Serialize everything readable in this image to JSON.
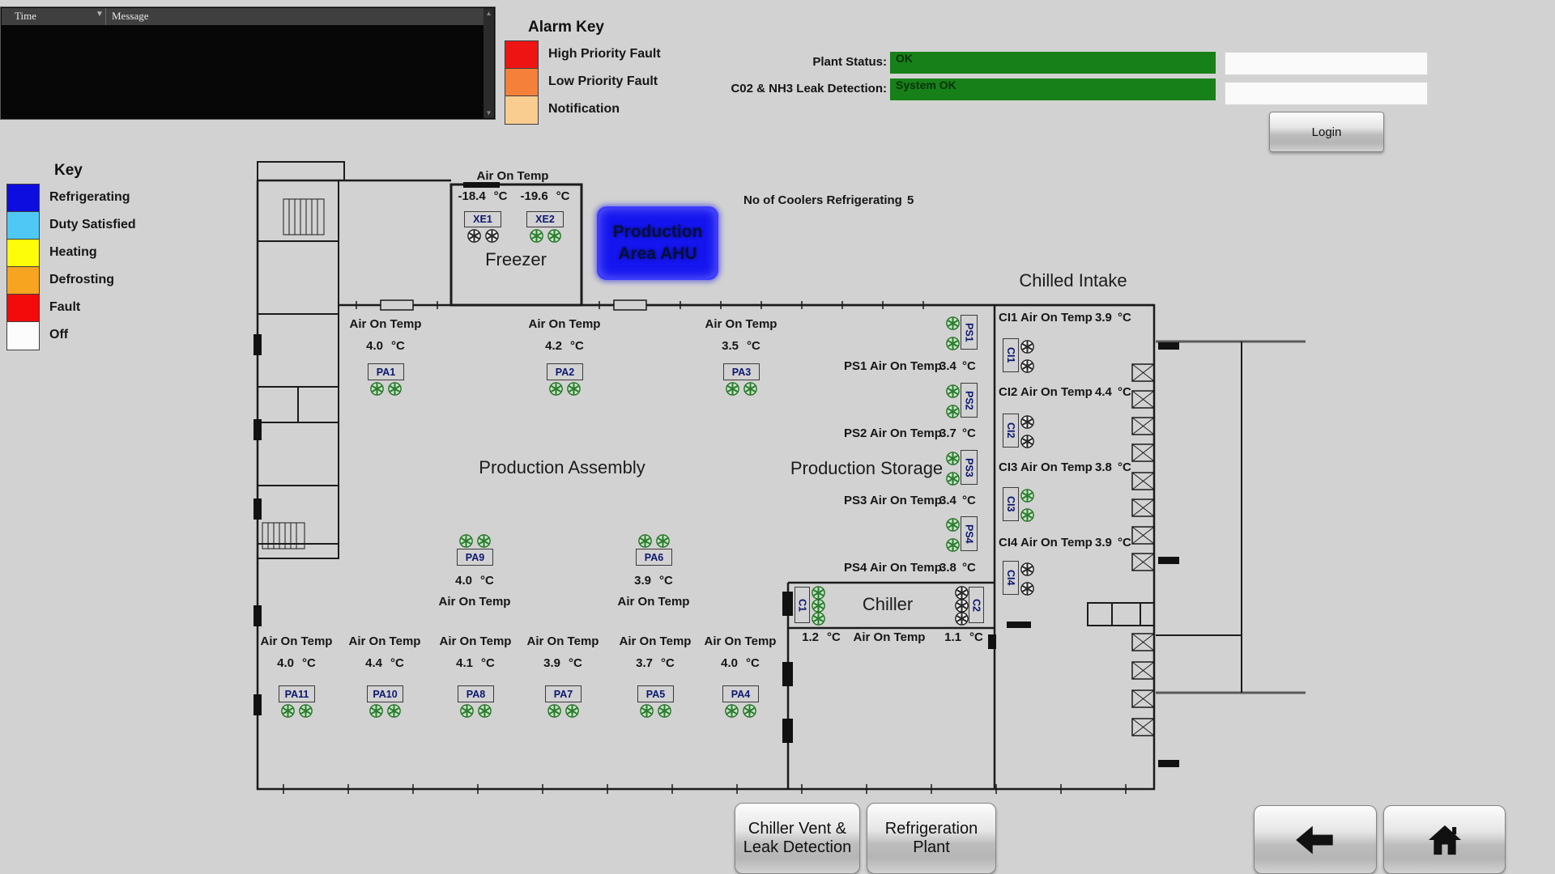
{
  "alarm_panel": {
    "columns": {
      "time": "Time",
      "message": "Message"
    },
    "rows": []
  },
  "alarm_key": {
    "title": "Alarm Key",
    "items": [
      {
        "label": "High Priority Fault",
        "color": "#ee1414"
      },
      {
        "label": "Low Priority Fault",
        "color": "#f4803a"
      },
      {
        "label": "Notification",
        "color": "#f9cd90"
      }
    ]
  },
  "status": {
    "plant_label": "Plant Status:",
    "plant_value": "OK",
    "leak_label": "C02 & NH3 Leak Detection:",
    "leak_value": "System OK",
    "ok_color": "#188018"
  },
  "login": {
    "label": "Login",
    "field1_value": "",
    "field2_value": ""
  },
  "key": {
    "title": "Key",
    "items": [
      {
        "label": "Refrigerating",
        "color": "#0d0de0"
      },
      {
        "label": "Duty Satisfied",
        "color": "#4fc8f5"
      },
      {
        "label": "Heating",
        "color": "#fdfd0a"
      },
      {
        "label": "Defrosting",
        "color": "#f7a421"
      },
      {
        "label": "Fault",
        "color": "#f30b0b"
      },
      {
        "label": "Off",
        "color": "#fcfcfc"
      }
    ]
  },
  "counters": {
    "coolers_label": "No of Coolers Refrigerating",
    "coolers_value": "5"
  },
  "labels": {
    "air_on_temp": "Air On Temp",
    "deg": "°C"
  },
  "areas": {
    "freezer": "Freezer",
    "production_assembly": "Production Assembly",
    "production_storage": "Production Storage",
    "chilled_intake": "Chilled Intake",
    "chiller": "Chiller",
    "ahu_button": "Production Area AHU"
  },
  "colors": {
    "states": {
      "refrigerating": "#0d0de0",
      "duty": "#4fc8f5",
      "heating": "#fdfd0a",
      "defrosting": "#f7a421",
      "fault": "#f30b0b",
      "off": "#fcfcfc"
    }
  },
  "units": [
    {
      "id": "XE1",
      "temp": "-18.4",
      "state": "defrosting",
      "fans": "gray"
    },
    {
      "id": "XE2",
      "temp": "-19.6",
      "state": "refrigerating",
      "fans": "green"
    },
    {
      "id": "PA1",
      "temp": "4.0",
      "state": "defrosting",
      "fans": "green"
    },
    {
      "id": "PA2",
      "temp": "4.2",
      "state": "refrigerating",
      "fans": "green"
    },
    {
      "id": "PA3",
      "temp": "3.5",
      "state": "duty",
      "fans": "green"
    },
    {
      "id": "PA9",
      "temp": "4.0",
      "state": "duty",
      "fans": "green"
    },
    {
      "id": "PA6",
      "temp": "3.9",
      "state": "duty",
      "fans": "green"
    },
    {
      "id": "PA11",
      "temp": "4.0",
      "state": "duty",
      "fans": "green"
    },
    {
      "id": "PA10",
      "temp": "4.4",
      "state": "refrigerating",
      "fans": "green"
    },
    {
      "id": "PA8",
      "temp": "4.1",
      "state": "defrosting",
      "fans": "green"
    },
    {
      "id": "PA7",
      "temp": "3.9",
      "state": "duty",
      "fans": "green"
    },
    {
      "id": "PA5",
      "temp": "3.7",
      "state": "duty",
      "fans": "green"
    },
    {
      "id": "PA4",
      "temp": "4.0",
      "state": "duty",
      "fans": "green"
    },
    {
      "id": "PS1",
      "temp": "3.4",
      "state": "refrigerating",
      "fans": "green",
      "row_label": "PS1 Air On Temp"
    },
    {
      "id": "PS2",
      "temp": "3.7",
      "state": "defrosting",
      "fans": "green",
      "row_label": "PS2 Air On Temp"
    },
    {
      "id": "PS3",
      "temp": "3.4",
      "state": "refrigerating",
      "fans": "green",
      "row_label": "PS3 Air On Temp"
    },
    {
      "id": "PS4",
      "temp": "3.8",
      "state": "duty",
      "fans": "green",
      "row_label": "PS4 Air On Temp"
    },
    {
      "id": "CI1",
      "temp": "3.9",
      "state": "duty",
      "fans": "gray",
      "row_label": "CI1 Air On Temp"
    },
    {
      "id": "CI2",
      "temp": "4.4",
      "state": "duty",
      "fans": "gray",
      "row_label": "CI2 Air On Temp"
    },
    {
      "id": "CI3",
      "temp": "3.8",
      "state": "refrigerating",
      "fans": "green",
      "row_label": "CI3 Air On Temp"
    },
    {
      "id": "CI4",
      "temp": "3.9",
      "state": "duty",
      "fans": "gray",
      "row_label": "CI4 Air On Temp"
    },
    {
      "id": "C1",
      "temp": "1.2",
      "state": "duty",
      "fans": "green"
    },
    {
      "id": "C2",
      "temp": "1.1",
      "state": "duty",
      "fans": "gray"
    }
  ],
  "buttons": {
    "chiller_vent": "Chiller Vent &\nLeak Detection",
    "refrigeration_plant": "Refrigeration\nPlant"
  }
}
